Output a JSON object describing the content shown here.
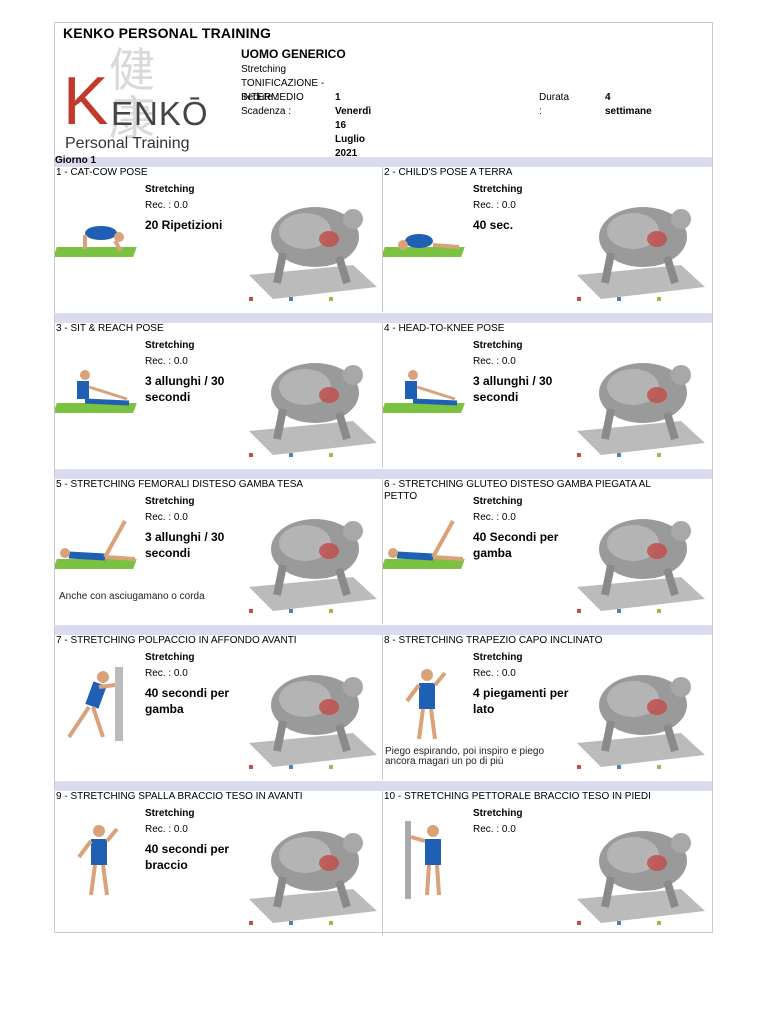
{
  "header": {
    "title": "KENKO PERSONAL TRAINING",
    "logo_text_k": "K",
    "logo_text_enko": "ENKŌ",
    "logo_text_pt": "Personal Training",
    "logo_kanji_1": "健",
    "logo_kanji_2": "康"
  },
  "client": {
    "name": "UOMO GENERICO",
    "category": "Stretching",
    "program": "TONIFICAZIONE - INTERMEDIO",
    "sessions_label": "Sedute :",
    "sessions_value": "1",
    "duration_label": "Durata :",
    "duration_value": "4 settimane",
    "deadline_label": "Scadenza :",
    "deadline_value": "Venerdì 16 Luglio 2021"
  },
  "day_label": "Giorno 1",
  "exercises": [
    {
      "title": "1 - CAT-COW POSE",
      "category": "Stretching",
      "rec": "Rec. : 0.0",
      "reps": "20 Ripetizioni",
      "note": ""
    },
    {
      "title": "2 - CHILD'S POSE A TERRA",
      "category": "Stretching",
      "rec": "Rec. : 0.0",
      "reps": "40 sec.",
      "note": ""
    },
    {
      "title": "3 - SIT & REACH POSE",
      "category": "Stretching",
      "rec": "Rec. : 0.0",
      "reps": "3 allunghi / 30 secondi",
      "note": ""
    },
    {
      "title": "4 - HEAD-TO-KNEE POSE",
      "category": "Stretching",
      "rec": "Rec. : 0.0",
      "reps": "3 allunghi / 30 secondi",
      "note": ""
    },
    {
      "title": "5 - STRETCHING FEMORALI DISTESO GAMBA TESA",
      "category": "Stretching",
      "rec": "Rec. : 0.0",
      "reps": "3 allunghi / 30 secondi",
      "note": "Anche con asciugamano o corda"
    },
    {
      "title": "6 - STRETCHING GLUTEO DISTESO GAMBA PIEGATA AL PETTO",
      "category": "Stretching",
      "rec": "Rec. : 0.0",
      "reps": "40 Secondi per gamba",
      "note": ""
    },
    {
      "title": "7 - STRETCHING POLPACCIO IN AFFONDO AVANTI",
      "category": "Stretching",
      "rec": "Rec. : 0.0",
      "reps": "40 secondi per gamba",
      "note": ""
    },
    {
      "title": "8 - STRETCHING TRAPEZIO CAPO INCLINATO",
      "category": "Stretching",
      "rec": "Rec. : 0.0",
      "reps": "4 piegamenti per lato",
      "note": "Piego espirando, poi inspiro e piego ancora magari un po di più"
    },
    {
      "title": "9 - STRETCHING SPALLA BRACCIO TESO IN AVANTI",
      "category": "Stretching",
      "rec": "Rec. : 0.0",
      "reps": "40 secondi per braccio",
      "note": ""
    },
    {
      "title": "10 - STRETCHING PETTORALE BRACCIO TESO IN PIEDI",
      "category": "Stretching",
      "rec": "Rec. : 0.0",
      "reps": "",
      "note": ""
    }
  ],
  "colors": {
    "band": "#dcdcf0",
    "mat": "#7cc242",
    "shirt": "#1f5fb4",
    "logo_red": "#c0392b"
  }
}
